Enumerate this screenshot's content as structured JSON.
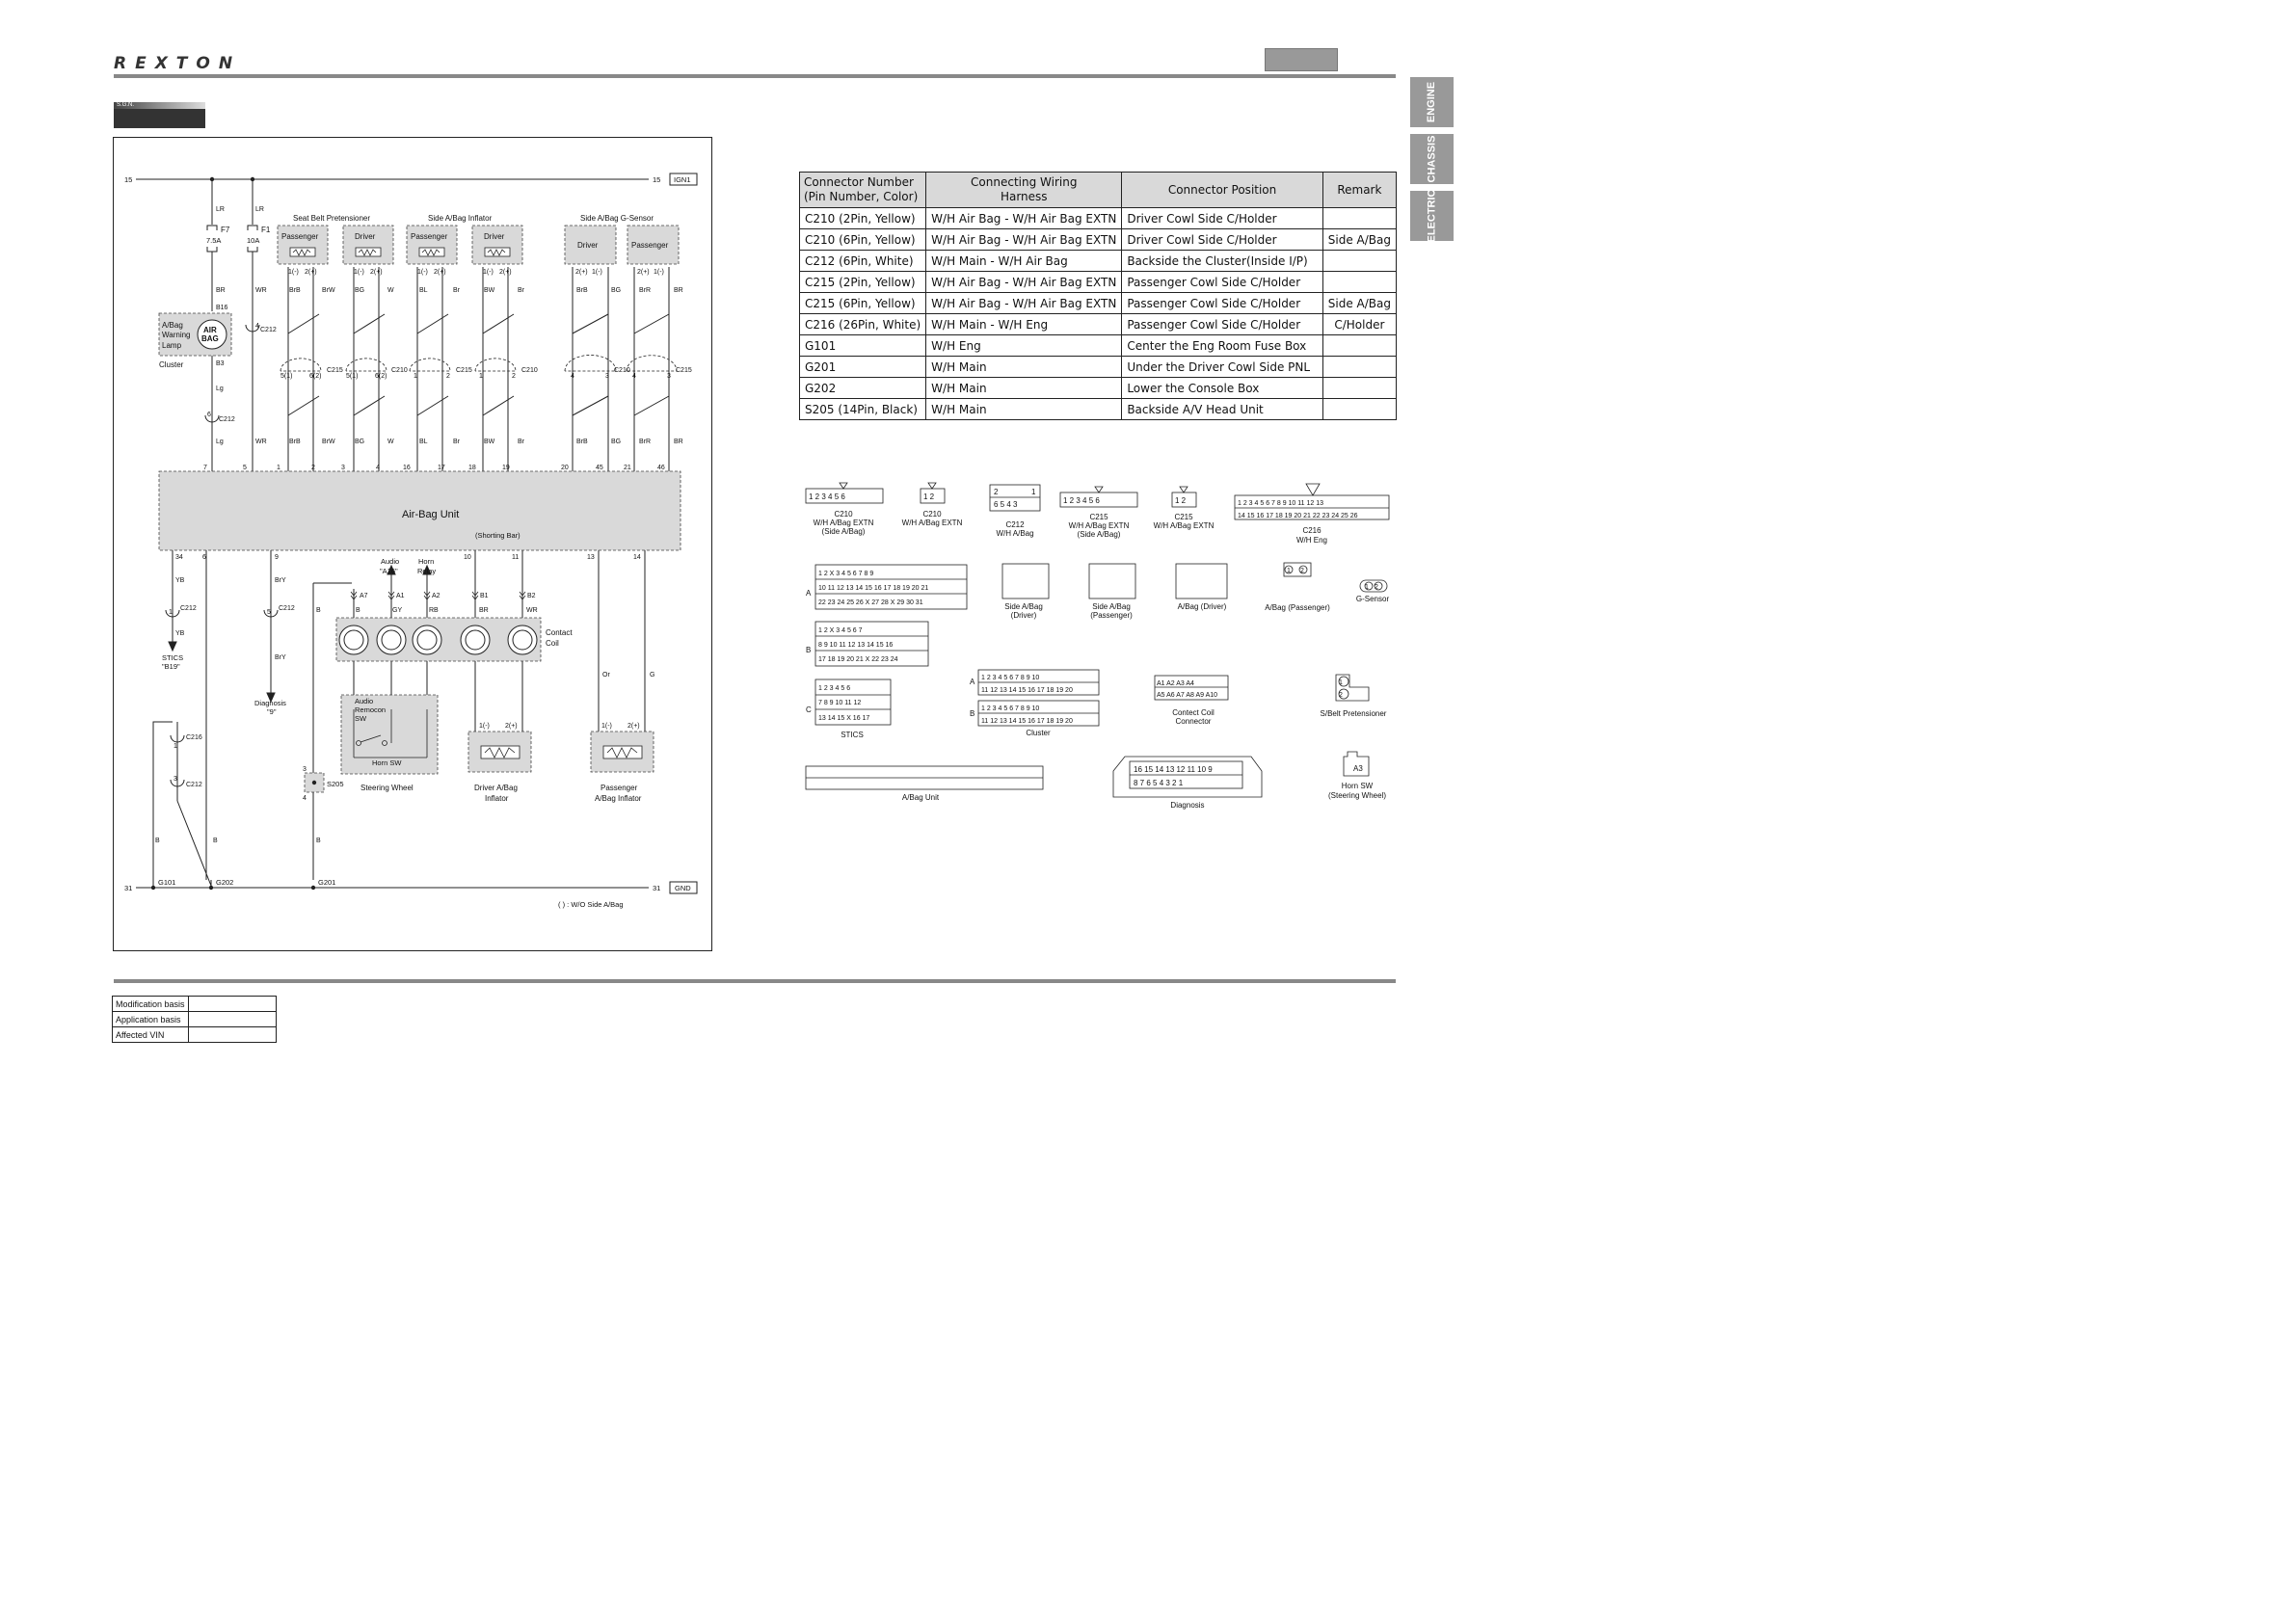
{
  "header": {
    "brand": "REXTON"
  },
  "side_tabs": [
    {
      "label": "ENGINE"
    },
    {
      "label": "CHASSIS"
    },
    {
      "label": "ELECTRIC"
    }
  ],
  "sgn_label": "S.G.N.",
  "diagram": {
    "terminals": {
      "ign_num": "15",
      "ign_label": "IGN1",
      "gnd_num": "31",
      "gnd_label": "GND"
    },
    "fuses": [
      {
        "name": "F7",
        "rating": "7.5A"
      },
      {
        "name": "F1",
        "rating": "10A"
      }
    ],
    "groups": {
      "pretensioner": "Seat Belt Pretensioner",
      "inflator": "Side A/Bag Inflator",
      "gsensor": "Side A/Bag G-Sensor"
    },
    "components": {
      "passenger": "Passenger",
      "driver": "Driver"
    },
    "lamp": {
      "line1": "A/Bag",
      "line2": "Warning",
      "line3": "Lamp",
      "badge1": "AIR",
      "badge2": "BAG",
      "cluster": "Cluster"
    },
    "unit": {
      "name": "Air-Bag Unit",
      "shorting_bar": "(Shorting Bar)"
    },
    "audio": {
      "line1": "Audio",
      "line2": "\"A16\""
    },
    "horn_relay": {
      "line1": "Horn",
      "line2": "Relay"
    },
    "contact_coil": {
      "line1": "Contact",
      "line2": "Coil"
    },
    "stics": {
      "line1": "STICS",
      "line2": "\"B19\""
    },
    "diagnosis": {
      "line1": "Diagnosis",
      "line2": "\"9\""
    },
    "audio_sw": {
      "line1": "Audio",
      "line2": "Remocon",
      "line3": "SW"
    },
    "horn_sw": "Horn SW",
    "steering_wheel": "Steering Wheel",
    "driver_inflator": {
      "line1": "Driver A/Bag",
      "line2": "Inflator"
    },
    "passenger_inflator": {
      "line1": "Passenger",
      "line2": "A/Bag Inflator"
    },
    "splice": "S205",
    "grounds": [
      "G101",
      "G202",
      "G201"
    ],
    "note": "( ) : W/O Side A/Bag"
  },
  "connector_table": {
    "headers": [
      "Connector Number\n(Pin Number, Color)",
      "Connecting Wiring\nHarness",
      "Connector Position",
      "Remark"
    ],
    "rows": [
      [
        "C210 (2Pin, Yellow)",
        "W/H Air Bag - W/H Air Bag EXTN",
        "Driver Cowl Side C/Holder",
        ""
      ],
      [
        "C210 (6Pin, Yellow)",
        "W/H Air Bag - W/H Air Bag EXTN",
        "Driver Cowl Side C/Holder",
        "Side A/Bag"
      ],
      [
        "C212 (6Pin, White)",
        "W/H Main - W/H Air Bag",
        "Backside the Cluster(Inside I/P)",
        ""
      ],
      [
        "C215 (2Pin, Yellow)",
        "W/H Air Bag - W/H Air Bag EXTN",
        "Passenger Cowl Side C/Holder",
        ""
      ],
      [
        "C215 (6Pin, Yellow)",
        "W/H Air Bag - W/H Air Bag EXTN",
        "Passenger Cowl Side C/Holder",
        "Side A/Bag"
      ],
      [
        "C216 (26Pin, White)",
        "W/H Main - W/H Eng",
        "Passenger Cowl Side C/Holder",
        "C/Holder"
      ],
      [
        "G101",
        "W/H Eng",
        "Center the Eng Room Fuse Box",
        ""
      ],
      [
        "G201",
        "W/H Main",
        "Under the Driver Cowl Side PNL",
        ""
      ],
      [
        "G202",
        "W/H Main",
        "Lower the Console Box",
        ""
      ],
      [
        "S205 (14Pin, Black)",
        "W/H Main",
        "Backside A/V Head Unit",
        ""
      ]
    ]
  },
  "connector_views": {
    "c210_6": {
      "line1": "C210",
      "line2": "W/H A/Bag EXTN",
      "line3": "(Side A/Bag)"
    },
    "c210_2": {
      "line1": "C210",
      "line2": "W/H A/Bag EXTN"
    },
    "c212": {
      "line1": "C212",
      "line2": "W/H A/Bag"
    },
    "c215_6": {
      "line1": "C215",
      "line2": "W/H A/Bag EXTN",
      "line3": "(Side A/Bag)"
    },
    "c215_2": {
      "line1": "C215",
      "line2": "W/H A/Bag EXTN"
    },
    "c216": {
      "line1": "C216",
      "line2": "W/H Eng"
    },
    "side_driver": {
      "line1": "Side A/Bag",
      "line2": "(Driver)"
    },
    "side_passenger": {
      "line1": "Side A/Bag",
      "line2": "(Passenger)"
    },
    "abag_driver": "A/Bag (Driver)",
    "abag_passenger": "A/Bag (Passenger)",
    "gsensor": "G-Sensor",
    "stics": "STICS",
    "cluster": "Cluster",
    "contact_coil": {
      "line1": "Contect Coil",
      "line2": "Connector"
    },
    "pretensioner": "S/Belt Pretensioner",
    "abag_unit": "A/Bag Unit",
    "diagnosis": "Diagnosis",
    "horn_sw": {
      "line1": "Horn SW",
      "line2": "(Steering Wheel)"
    }
  },
  "footer": {
    "rows": [
      "Modification basis",
      "Application basis",
      "Affected VIN"
    ]
  }
}
